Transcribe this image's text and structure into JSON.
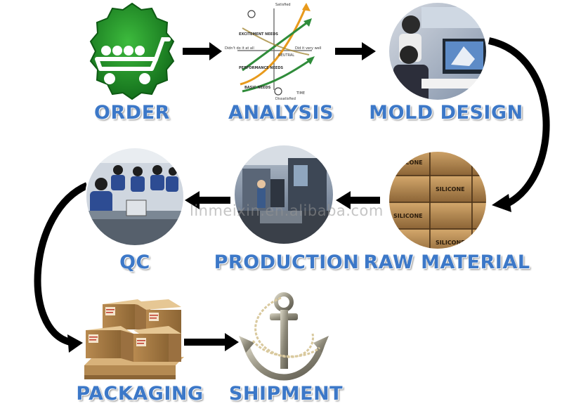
{
  "steps": {
    "order": "ORDER",
    "analysis": "ANALYSIS",
    "mold_design": "MOLD DESIGN",
    "raw_material": "RAW MATERIAL",
    "production": "PRODUCTION",
    "qc": "QC",
    "packaging": "PACKAGING",
    "shipment": "SHIPMENT"
  },
  "analysis_chart": {
    "satisfied": "Satisfied",
    "dissatisfied": "Dissatisfied",
    "excitement": "EXCITEMENT NEEDS",
    "performance": "PERFORMANCE NEEDS",
    "basic": "BASIC NEEDS",
    "didnt_do": "Didn't do it at all",
    "did_well": "Did it very well",
    "neutral": "NEUTRAL",
    "time": "TIME"
  },
  "box_print": "SILICONE",
  "watermark": "linmeixin.en.alibaba.com",
  "colors": {
    "label": "#3c78c8",
    "cart_badge": "#1f8a2a",
    "arrow": "#000000"
  },
  "icons": [
    "shopping-cart-icon",
    "anchor-icon",
    "arrow-icon"
  ]
}
